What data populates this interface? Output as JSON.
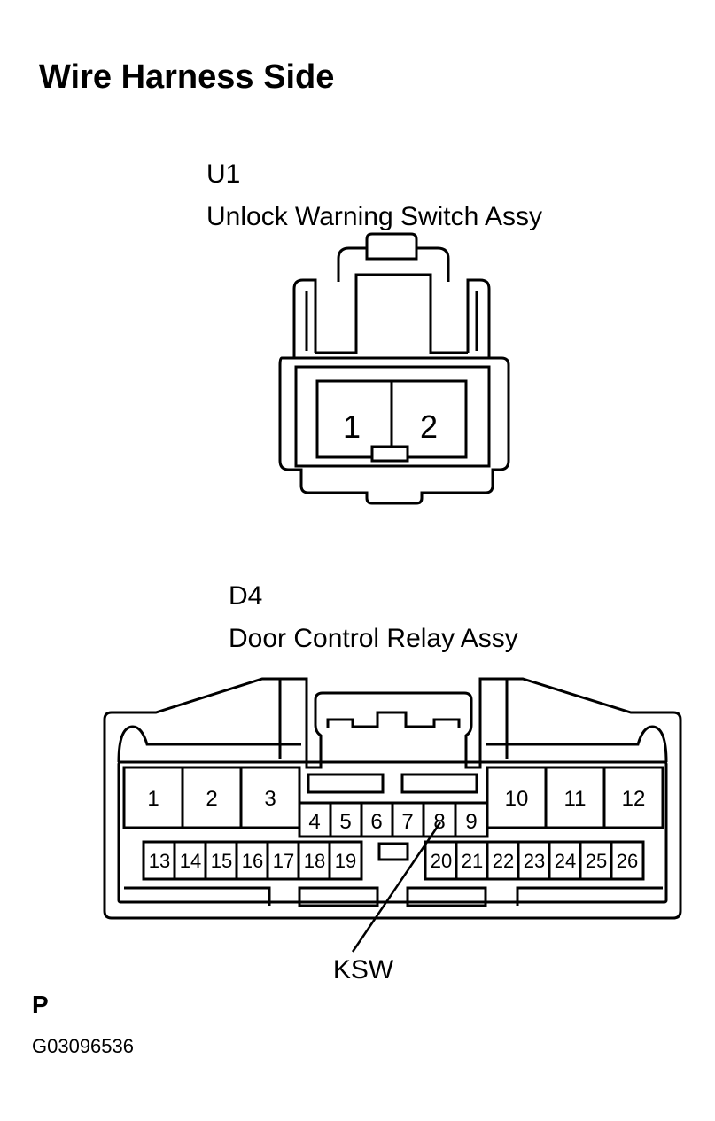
{
  "page": {
    "title": "Wire Harness Side",
    "footer_letter": "P",
    "figure_code": "G03096536"
  },
  "connector_u1": {
    "code": "U1",
    "name": "Unlock Warning Switch Assy",
    "pins": [
      "1",
      "2"
    ]
  },
  "connector_d4": {
    "code": "D4",
    "name": "Door Control Relay Assy",
    "pins_top_left": [
      "1",
      "2",
      "3"
    ],
    "pins_middle": [
      "4",
      "5",
      "6",
      "7",
      "8",
      "9"
    ],
    "pins_top_right": [
      "10",
      "11",
      "12"
    ],
    "pins_bottom_left": [
      "13",
      "14",
      "15",
      "16",
      "17",
      "18",
      "19"
    ],
    "pins_bottom_right": [
      "20",
      "21",
      "22",
      "23",
      "24",
      "25",
      "26"
    ],
    "callout_label": "KSW"
  }
}
